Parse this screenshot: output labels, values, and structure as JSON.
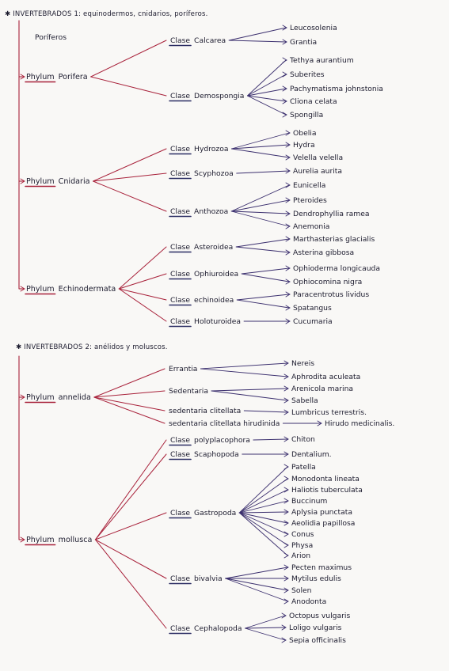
{
  "sections": [
    {
      "title": "✱ INVERTEBRADOS 1: equinodermos, cnidarios, poríferos.",
      "ghost_text": "Poríferos",
      "phyla": [
        {
          "lead": "Phylum",
          "name": "Porifera",
          "classes": [
            {
              "lead": "Clase",
              "name": "Calcarea",
              "species": [
                "Leucosolenia",
                "Grantia"
              ]
            },
            {
              "lead": "Clase",
              "name": "Demospongia",
              "species": [
                "Tethya aurantium",
                "Suberites",
                "Pachymatisma johnstonia",
                "Cliona celata",
                "Spongilla"
              ]
            }
          ]
        },
        {
          "lead": "Phylum",
          "name": "Cnidaria",
          "classes": [
            {
              "lead": "Clase",
              "name": "Hydrozoa",
              "species": [
                "Obelia",
                "Hydra",
                "Velella velella"
              ]
            },
            {
              "lead": "Clase",
              "name": "Scyphozoa",
              "species": [
                "Aurelia aurita"
              ]
            },
            {
              "lead": "Clase",
              "name": "Anthozoa",
              "species": [
                "Eunicella",
                "Pteroides",
                "Dendrophyllia ramea",
                "Anemonia"
              ]
            }
          ]
        },
        {
          "lead": "Phylum",
          "name": "Echinodermata",
          "classes": [
            {
              "lead": "Clase",
              "name": "Asteroidea",
              "species": [
                "Marthasterias glacialis",
                "Asterina gibbosa"
              ]
            },
            {
              "lead": "Clase",
              "name": "Ophiuroidea",
              "species": [
                "Ophioderma longicauda",
                "Ophiocomina nigra"
              ]
            },
            {
              "lead": "Clase",
              "name": "echinoidea",
              "species": [
                "Paracentrotus lividus",
                "Spatangus"
              ]
            },
            {
              "lead": "Clase",
              "name": "Holoturoidea",
              "species": [
                "Cucumaria"
              ]
            }
          ]
        }
      ]
    },
    {
      "title": "✱ INVERTEBRADOS 2: anélidos y moluscos.",
      "ghost_text": "",
      "phyla": [
        {
          "lead": "Phylum",
          "name": "annelida",
          "classes": [
            {
              "lead": "",
              "name": "Errantia",
              "species": [
                "Nereis",
                "Aphrodita aculeata"
              ]
            },
            {
              "lead": "",
              "name": "Sedentaria",
              "species": [
                "Arenicola marina",
                "Sabella"
              ]
            },
            {
              "lead": "",
              "name": "sedentaria clitellata",
              "species": [
                "Lumbricus terrestris."
              ]
            },
            {
              "lead": "",
              "name": "sedentaria clitellata hirudinida",
              "species": [
                "Hirudo medicinalis."
              ]
            }
          ]
        },
        {
          "lead": "Phylum",
          "name": "mollusca",
          "classes": [
            {
              "lead": "Clase",
              "name": "polyplacophora",
              "species": [
                "Chiton"
              ]
            },
            {
              "lead": "Clase",
              "name": "Scaphopoda",
              "species": [
                "Dentalium."
              ]
            },
            {
              "lead": "Clase",
              "name": "Gastropoda",
              "species": [
                "Patella",
                "Monodonta lineata",
                "Haliotis tuberculata",
                "Buccinum",
                "Aplysia punctata",
                "Aeolidia papillosa",
                "Conus",
                "Physa",
                "Arion"
              ]
            },
            {
              "lead": "Clase",
              "name": "bivalvia",
              "species": [
                "Pecten maximus",
                "Mytilus edulis",
                "Solen",
                "Anodonta"
              ]
            },
            {
              "lead": "Clase",
              "name": "Cephalopoda",
              "species": [
                "Octopus vulgaris",
                "Loligo vulgaris",
                "Sepia officinalis"
              ]
            }
          ]
        }
      ]
    }
  ],
  "colors": {
    "ink": "#1c1b2e",
    "phylum_branch": "#a8213a",
    "class_branch": "#3b2f6e",
    "lead_underline": "#a8213a",
    "class_underline": "#2b2d63",
    "paper": "#f9f8f6"
  }
}
